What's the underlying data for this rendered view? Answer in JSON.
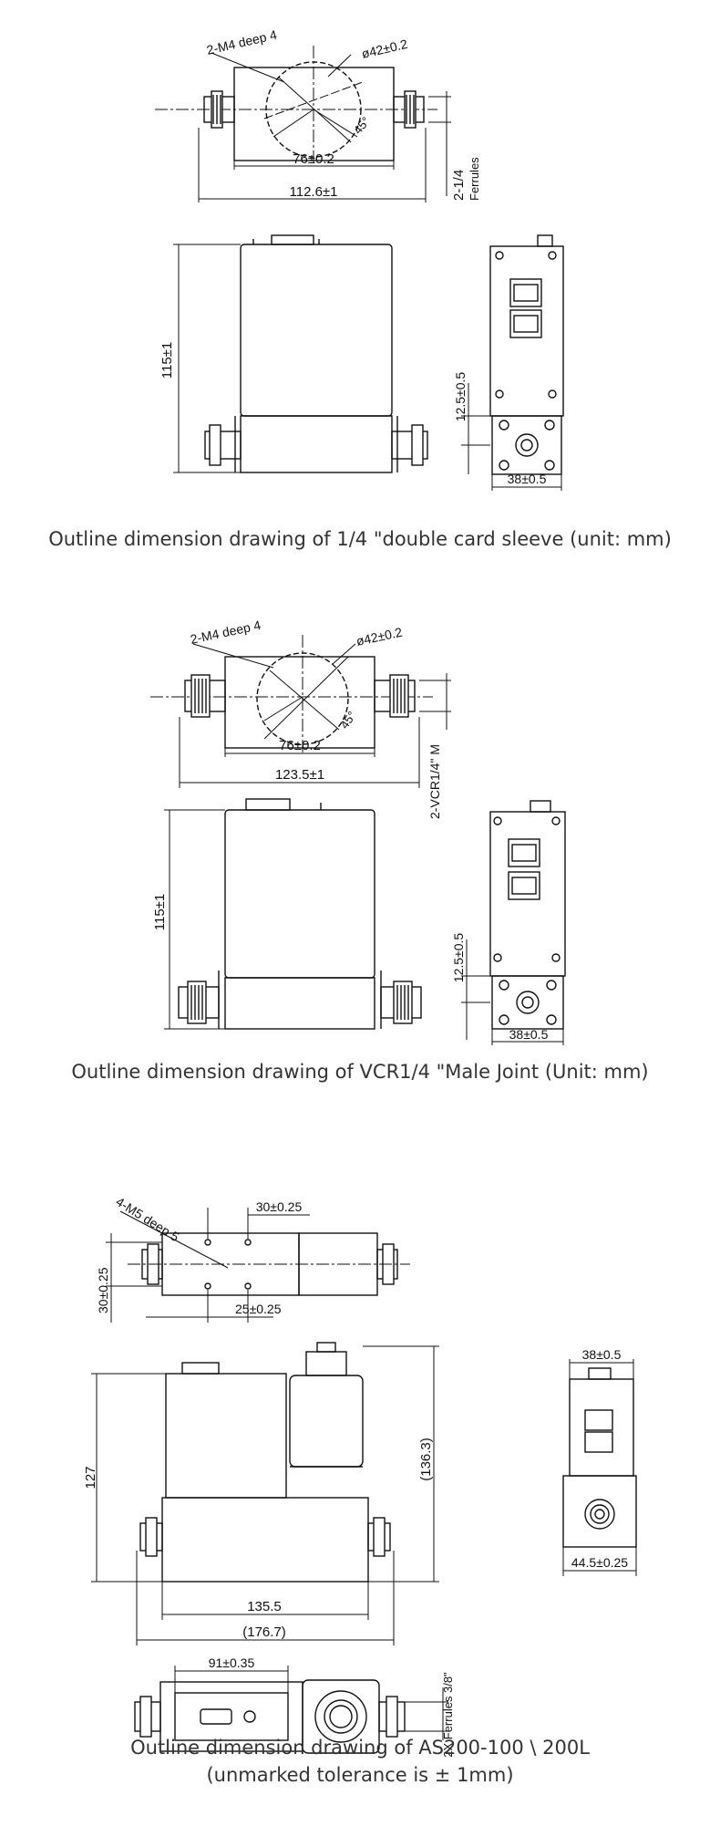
{
  "section1": {
    "caption": "Outline dimension drawing of 1/4 \"double card sleeve  (unit: mm)",
    "holes": "2-M4 deep 4",
    "circle": "ø42±0.2",
    "angle": "45°",
    "body_width": "76±0.2",
    "total_width": "112.6±1",
    "fitting": "2-1/4",
    "fitting2": "Ferrules",
    "height": "115±1",
    "side_offset": "12.5±0.5",
    "side_width": "38±0.5"
  },
  "section2": {
    "caption": "Outline dimension drawing of VCR1/4 \"Male Joint  (Unit: mm)",
    "holes": "2-M4 deep 4",
    "circle": "ø42±0.2",
    "angle": "45°",
    "body_width": "76±0.2",
    "total_width": "123.5±1",
    "fitting": "2-VCR1/4\" M",
    "height": "115±1",
    "side_offset": "12.5±0.5",
    "side_width": "38±0.5"
  },
  "section3": {
    "caption_line1": "Outline dimension drawing of AS200-100 \\ 200L",
    "caption_line2": "(unmarked tolerance is ± 1mm)",
    "holes": "4-M5  deep 5",
    "top_spacing": "30±0.25",
    "bottom_spacing": "25±0.25",
    "left_spacing": "30±0.25",
    "top_width": "38±0.5",
    "height": "127",
    "height_total": "(136.3)",
    "body_length": "135.5",
    "total_length": "(176.7)",
    "side_base": "44.5±0.25",
    "bottom_length": "91±0.35",
    "fitting": "2X Ferrules 3/8\""
  }
}
